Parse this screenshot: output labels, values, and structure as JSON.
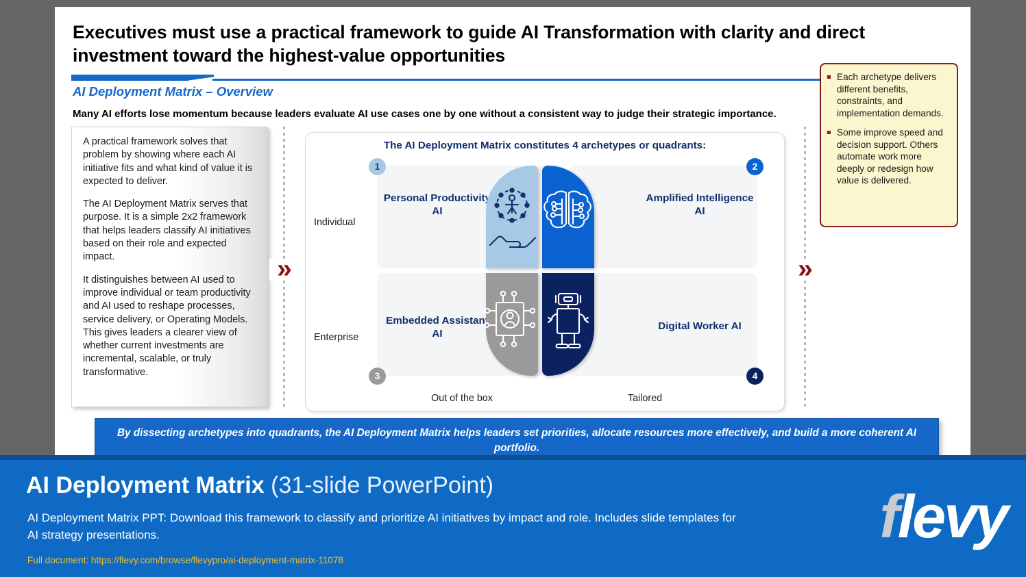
{
  "slide": {
    "title": "Executives must use a practical framework to guide AI Transformation with clarity and direct investment toward the highest-value opportunities",
    "subtitle": "AI Deployment Matrix – Overview",
    "lead": "Many AI efforts lose momentum because leaders evaluate AI use cases one by one without a consistent way to judge their strategic importance."
  },
  "left_panel": {
    "paragraphs": [
      "A practical framework solves that problem by showing where each AI initiative fits and what kind of value it is expected to deliver.",
      "The AI Deployment Matrix serves that purpose. It is a simple 2x2 framework that helps leaders classify AI initiatives based on their role and expected impact.",
      "It distinguishes between AI used to improve individual or team productivity and AI used to reshape processes, service delivery, or Operating Models. This gives leaders a clearer view of whether current investments are incremental, scalable, or truly transformative."
    ]
  },
  "connectors": {
    "chevron_glyph": "»"
  },
  "matrix": {
    "heading": "The AI Deployment Matrix constitutes 4 archetypes or quadrants:",
    "y_axis": {
      "top": "Individual",
      "bottom": "Enterprise"
    },
    "x_axis": {
      "left": "Out of the box",
      "right": "Tailored"
    },
    "quadrants": [
      {
        "number": "1",
        "label": "Personal Productivity AI",
        "icon": "hand-holding-person-network-icon",
        "color": "#a8c9e6"
      },
      {
        "number": "2",
        "label": "Amplified Intelligence AI",
        "icon": "brain-circuit-icon",
        "color": "#0b63d2"
      },
      {
        "number": "3",
        "label": "Embedded Assistant AI",
        "icon": "person-chip-icon",
        "color": "#9a9a9a"
      },
      {
        "number": "4",
        "label": "Digital Worker AI",
        "icon": "robot-icon",
        "color": "#0b2160"
      }
    ]
  },
  "note": {
    "bullets": [
      "Each archetype delivers different benefits, constraints, and implementation demands.",
      "Some improve speed and decision support. Others automate work more deeply or redesign how value is delivered."
    ]
  },
  "callout": {
    "text": "By dissecting archetypes into quadrants, the AI Deployment Matrix helps leaders set priorities, allocate resources more effectively, and build a more coherent AI portfolio."
  },
  "footer": {
    "title_bold": "AI Deployment Matrix",
    "title_rest": " (31-slide PowerPoint)",
    "description": "AI Deployment Matrix PPT: Download this framework to classify and prioritize AI initiatives by impact and role. Includes slide templates for AI strategy presentations.",
    "url_line": "Full document: https://flevy.com/browse/flevypro/ai-deployment-matrix-11078",
    "logo_f": "f",
    "logo_rest": "levy"
  },
  "colors": {
    "brand_blue": "#1668c8",
    "deep_navy": "#0b2160",
    "accent_red": "#8c1b1b",
    "note_yellow": "#fcf6cf",
    "footer_blue": "#0e6ac4"
  }
}
